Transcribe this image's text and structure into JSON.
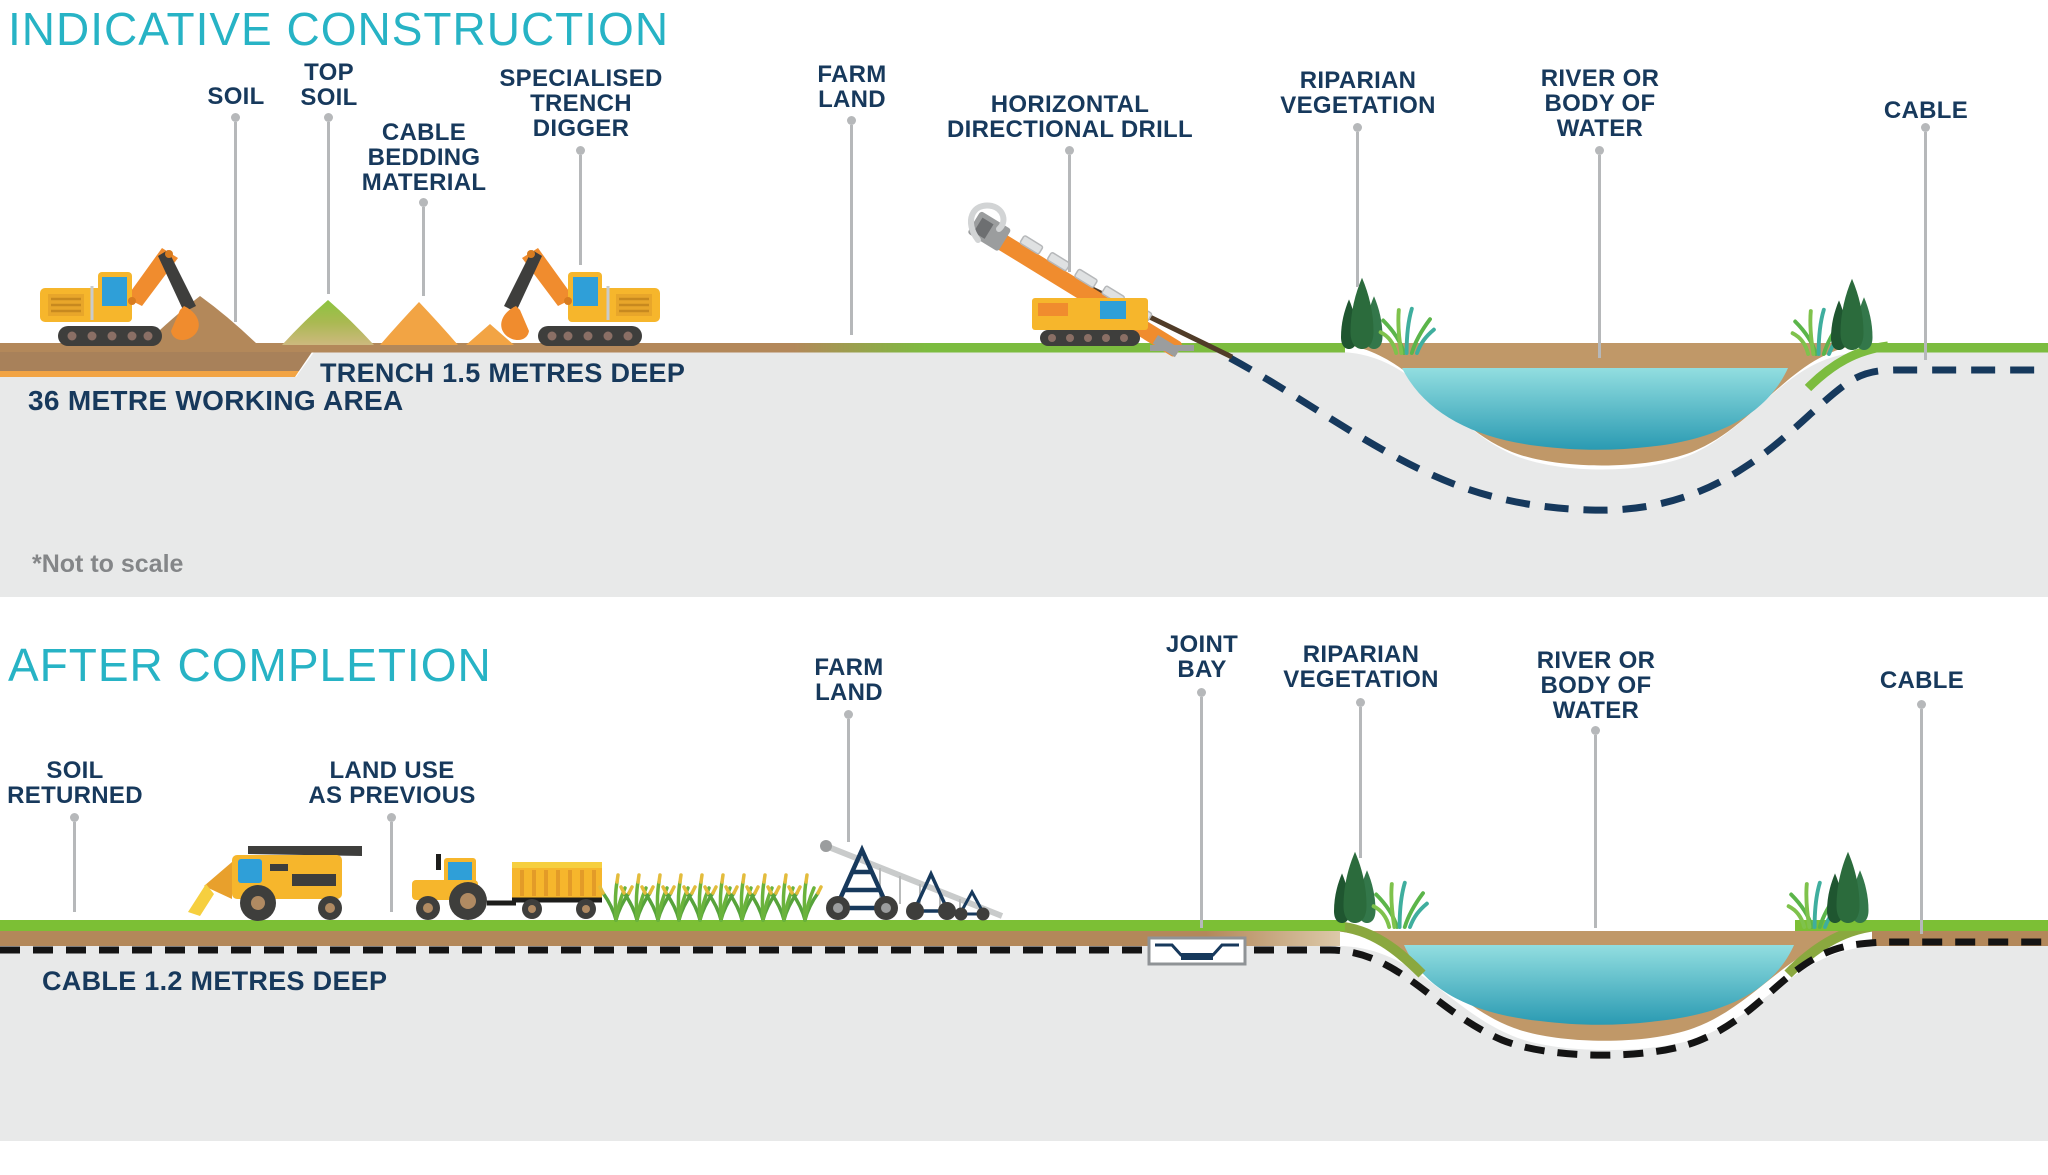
{
  "colors": {
    "accent_teal": "#27b3c5",
    "label_navy": "#17395c",
    "pointer_gray": "#b6b8ba",
    "note_gray": "#848688",
    "soil_brown": "#b3885a",
    "bedding_orange": "#f2a444",
    "grass_green": "#7cbc3f",
    "underground_gray": "#e8e9e9",
    "water_teal_top": "#92dee0",
    "water_teal_bottom": "#2a9ab2"
  },
  "panels": {
    "construction": {
      "title": "INDICATIVE CONSTRUCTION",
      "callouts": [
        {
          "id": "soil",
          "text": "SOIL"
        },
        {
          "id": "top-soil",
          "text": "TOP\nSOIL"
        },
        {
          "id": "cable-bedding-material",
          "text": "CABLE\nBEDDING\nMATERIAL"
        },
        {
          "id": "specialised-trench-digger",
          "text": "SPECIALISED\nTRENCH\nDIGGER"
        },
        {
          "id": "farm-land",
          "text": "FARM\nLAND"
        },
        {
          "id": "horizontal-directional-drill",
          "text": "HORIZONTAL\nDIRECTIONAL DRILL"
        },
        {
          "id": "riparian-vegetation",
          "text": "RIPARIAN\nVEGETATION"
        },
        {
          "id": "river-or-body-of-water",
          "text": "RIVER OR\nBODY OF\nWATER"
        },
        {
          "id": "cable",
          "text": "CABLE"
        }
      ],
      "annotations": {
        "trench_depth": "TRENCH 1.5 METRES DEEP",
        "working_area": "36 METRE WORKING AREA",
        "scale_note": "*Not to scale"
      }
    },
    "completion": {
      "title": "AFTER COMPLETION",
      "callouts": [
        {
          "id": "soil-returned",
          "text": "SOIL\nRETURNED"
        },
        {
          "id": "land-use-as-previous",
          "text": "LAND USE\nAS PREVIOUS"
        },
        {
          "id": "farm-land",
          "text": "FARM\nLAND"
        },
        {
          "id": "joint-bay",
          "text": "JOINT\nBAY"
        },
        {
          "id": "riparian-vegetation",
          "text": "RIPARIAN\nVEGETATION"
        },
        {
          "id": "river-or-body-of-water",
          "text": "RIVER OR\nBODY OF\nWATER"
        },
        {
          "id": "cable",
          "text": "CABLE"
        }
      ],
      "annotations": {
        "cable_depth": "CABLE 1.2 METRES DEEP"
      }
    }
  }
}
